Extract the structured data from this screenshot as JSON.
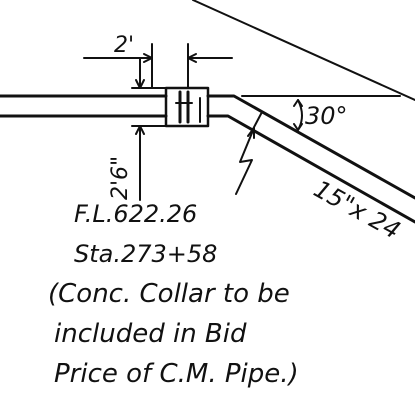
{
  "dimensions": {
    "top_width": "2'",
    "collar_height": "2'6\"",
    "angle": "30°",
    "pipe_size": "15\"x 24"
  },
  "notes": {
    "flow_line": "F.L.622.26",
    "station": "Sta.273+58",
    "collar_line1": "(Conc. Collar to be",
    "collar_line2": "included in Bid",
    "collar_line3": "Price of C.M. Pipe.)"
  },
  "colors": {
    "ink": "#111111",
    "paper": "#ffffff"
  }
}
